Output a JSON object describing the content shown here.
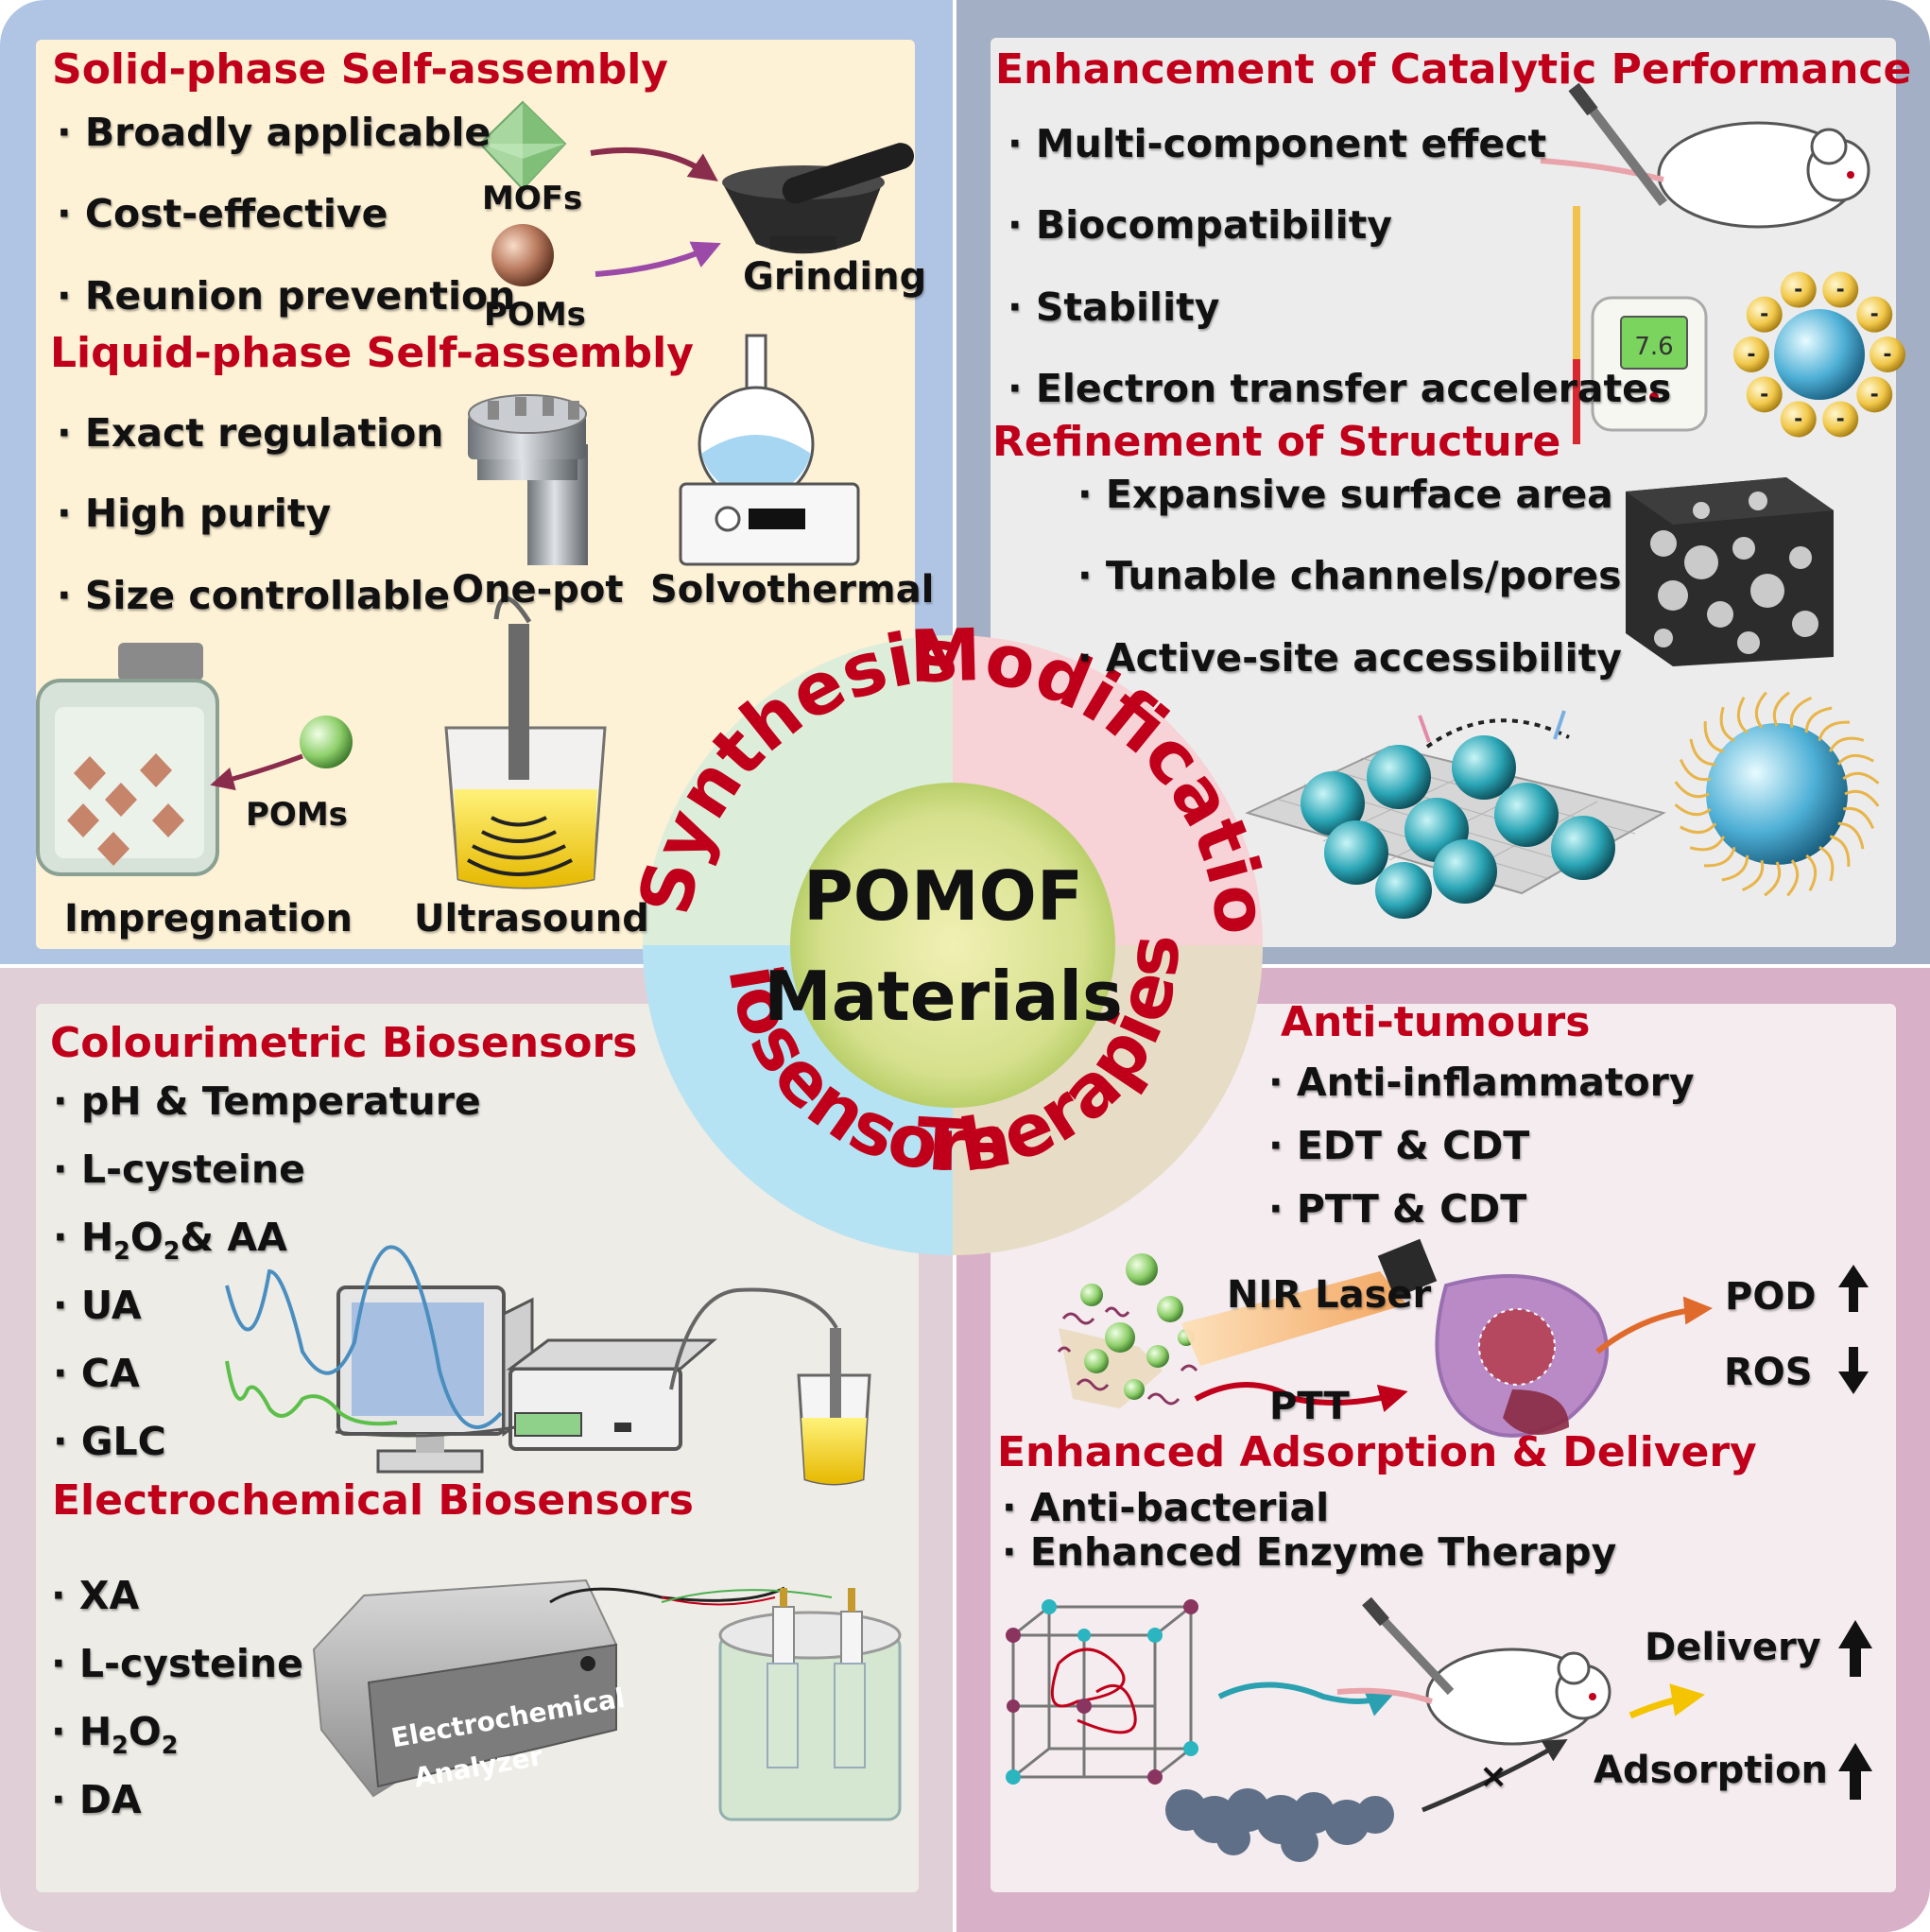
{
  "center": {
    "line1": "POMOF",
    "line2": "Materials"
  },
  "ring": {
    "synthesis": "Synthesis",
    "modification": "Modification",
    "biosensors": "Biosensors",
    "therapies": "Therapies"
  },
  "colors": {
    "heading_red": "#c0001a",
    "quad_top_left": "#b0c4e4",
    "quad_top_right": "#a2afc4",
    "quad_bottom_left": "#e0cfd6",
    "quad_bottom_right": "#d8b0c8",
    "ring_synthesis": "#dcedd9",
    "ring_modification": "#f7d2d6",
    "ring_biosensors": "#b6e3f3",
    "ring_therapies": "#e7dcc6",
    "center_fill": "#d5e08c"
  },
  "synthesis": {
    "solid_heading": "Solid-phase Self-assembly",
    "solid_items": [
      "Broadly applicable",
      "Cost-effective",
      "Reunion prevention"
    ],
    "mofs_label": "MOFs",
    "poms_label": "POMs",
    "grinding_label": "Grinding",
    "liquid_heading": "Liquid-phase Self-assembly",
    "liquid_items": [
      "Exact regulation",
      "High purity",
      "Size controllable"
    ],
    "onepot_label": "One-pot",
    "solvothermal_label": "Solvothermal",
    "poms_label2": "POMs",
    "impregnation_label": "Impregnation",
    "ultrasound_label": "Ultrasound",
    "icons": [
      "octahedron-icon",
      "sphere-icon",
      "mortar-pestle-icon",
      "autoclave-icon",
      "flask-hotplate-icon",
      "jar-icon",
      "ultrasound-beaker-icon"
    ]
  },
  "modification": {
    "catalytic_heading": "Enhancement of Catalytic Performance",
    "catalytic_items": [
      "Multi-component effect",
      "Biocompatibility",
      "Stability",
      "Electron transfer accelerates"
    ],
    "thermo_reading": "7.6",
    "charge_sign": "-",
    "structure_heading": "Refinement of Structure",
    "structure_items": [
      "Expansive surface area",
      "Tunable channels/pores",
      "Active-site accessibility"
    ],
    "icons": [
      "mouse-syringe-icon",
      "thermometer-icon",
      "ph-meter-icon",
      "charged-sphere-icon",
      "porous-cube-icon",
      "spheres-on-mesh-icon",
      "coated-sphere-icon"
    ]
  },
  "biosensors": {
    "colour_heading": "Colourimetric Biosensors",
    "colour_items": [
      "pH & Temperature",
      "L-cysteine",
      "H2O2& AA",
      "UA",
      "CA",
      "GLC"
    ],
    "electro_heading": "Electrochemical Biosensors",
    "electro_items": [
      "XA",
      "L-cysteine",
      "H2O2",
      "DA"
    ],
    "analyzer_line1": "Electrochemical",
    "analyzer_line2": "Analyzer",
    "icons": [
      "computer-icon",
      "spectrometer-icon",
      "beaker-probe-icon",
      "analyzer-box-icon",
      "electrochemical-cell-icon"
    ]
  },
  "therapies": {
    "tumour_heading": "Anti-tumours",
    "tumour_items": [
      "Anti-inflammatory",
      "EDT & CDT",
      "PTT & CDT"
    ],
    "nir_label": "NIR Laser",
    "ptt_label": "PTT",
    "pod_label": "POD",
    "ros_label": "ROS",
    "adsorption_heading": "Enhanced Adsorption & Delivery",
    "adsorption_items": [
      "Anti-bacterial",
      "Enhanced Enzyme Therapy"
    ],
    "delivery_label": "Delivery",
    "adsorption_label": "Adsorption",
    "cross_mark": "×",
    "icons": [
      "particle-cluster-icon",
      "laser-icon",
      "tumour-cell-icon",
      "mouse-syringe-icon",
      "framework-lattice-icon",
      "aggregate-icon",
      "arrow-up-icon",
      "arrow-down-icon"
    ]
  }
}
